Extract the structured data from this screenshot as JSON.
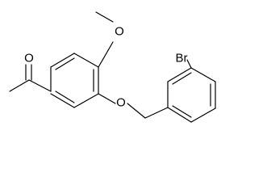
{
  "molecule": {
    "atom_labels": {
      "carbonyl_oxygen": "O",
      "methoxy_oxygen": "O",
      "ether_oxygen": "O",
      "bromine": "Br"
    },
    "colors": {
      "bond": "#000000",
      "label": "#000000",
      "background": "#ffffff"
    }
  }
}
